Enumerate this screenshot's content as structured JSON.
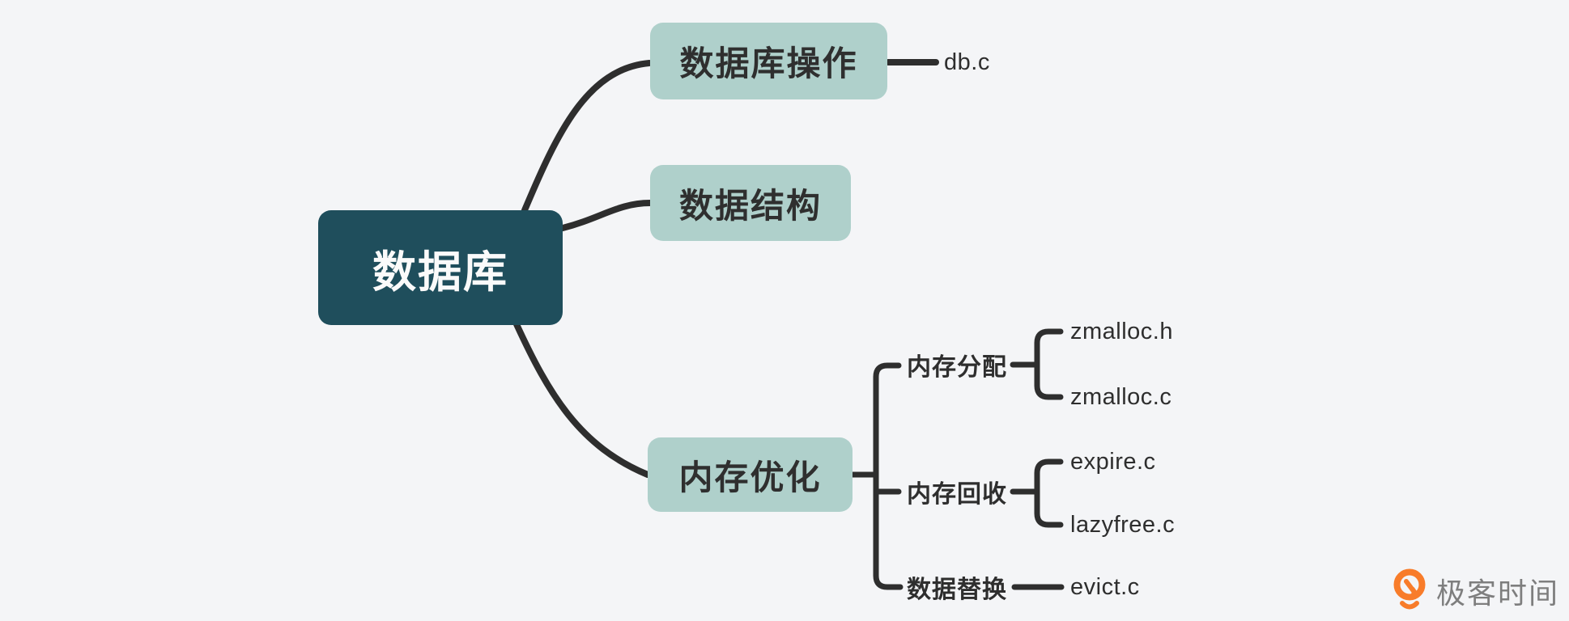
{
  "colors": {
    "background": "#f4f5f7",
    "connector": "#2e2e2e",
    "root_fill": "#1f4e5c",
    "root_text": "#fafafa",
    "branch_fill": "#afd0cb",
    "node_text": "#2f2f2f",
    "label_text": "#2e2e2e",
    "brand_orange": "#f87c2a",
    "brand_text": "#7e7e7e"
  },
  "diagram": {
    "type": "mindmap",
    "root": {
      "label": "数据库"
    },
    "branches": [
      {
        "label": "数据库操作",
        "files": [
          "db.c"
        ]
      },
      {
        "label": "数据结构",
        "files": []
      },
      {
        "label": "内存优化",
        "children": [
          {
            "label": "内存分配",
            "files": [
              "zmalloc.h",
              "zmalloc.c"
            ]
          },
          {
            "label": "内存回收",
            "files": [
              "expire.c",
              "lazyfree.c"
            ]
          },
          {
            "label": "数据替换",
            "files": [
              "evict.c"
            ]
          }
        ]
      }
    ]
  },
  "watermark": {
    "brand": "极客时间"
  }
}
